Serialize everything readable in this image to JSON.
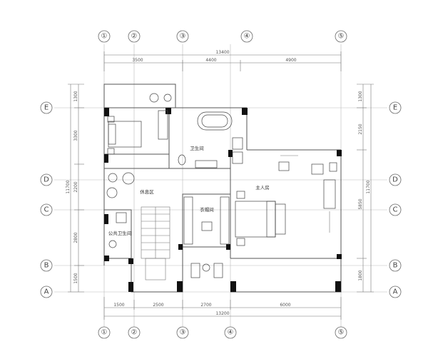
{
  "grid_bubbles": {
    "top": [
      "①",
      "②",
      "③",
      "④",
      "⑤"
    ],
    "bottom": [
      "①",
      "②",
      "③",
      "④",
      "⑤"
    ],
    "left": [
      "E",
      "D",
      "C",
      "B",
      "A"
    ],
    "right": [
      "E",
      "D",
      "C",
      "B",
      "A"
    ]
  },
  "dimensions": {
    "top_total": "13400",
    "top_segments": [
      "3500",
      "4400",
      "4900"
    ],
    "bottom_total": "13200",
    "bottom_segments": [
      "1500",
      "2500",
      "2700",
      "6000"
    ],
    "left_total": "11700",
    "left_segments": [
      "1300",
      "3300",
      "2200",
      "2800",
      "1500"
    ],
    "right_total": "11700",
    "right_segments": [
      "1300",
      "2150",
      "5850",
      "1800"
    ]
  },
  "rooms": {
    "bathroom": "卫生间",
    "lounge": "休息区",
    "master_bedroom": "主人房",
    "cloakroom": "衣帽间",
    "public_bathroom": "公共卫生间"
  }
}
